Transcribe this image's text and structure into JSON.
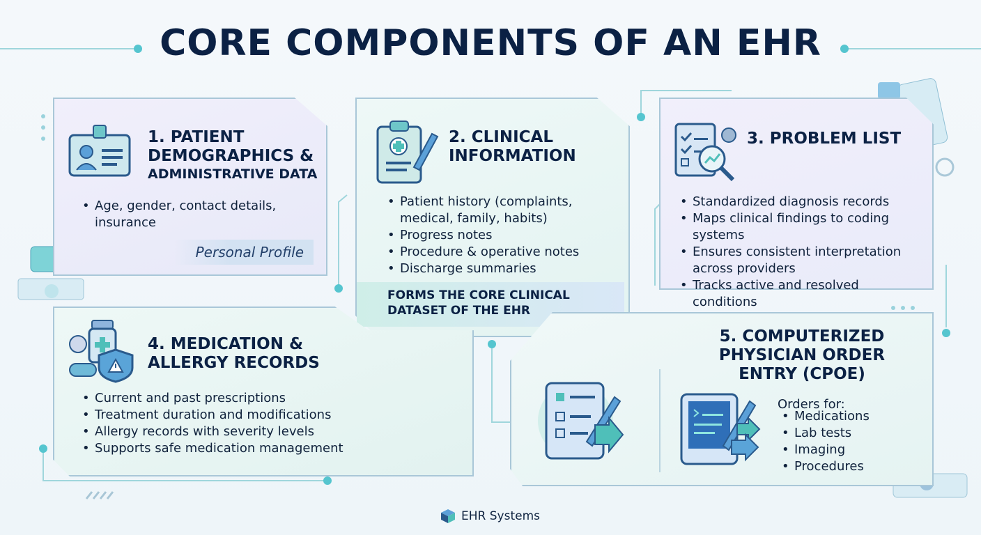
{
  "title": "CORE COMPONENTS OF AN EHR",
  "components": [
    {
      "number_title": "1. PATIENT\nDEMOGRAPHICS &",
      "subtitle": "ADMINISTRATIVE DATA",
      "bullets": [
        "Age, gender, contact details, insurance"
      ],
      "tag": "Personal Profile",
      "icon": "id-badge-icon"
    },
    {
      "number_title": "2. CLINICAL\nINFORMATION",
      "bullets": [
        "Patient history (complaints, medical, family, habits)",
        "Progress notes",
        "Procedure & operative notes",
        "Discharge summaries"
      ],
      "banner": "FORMS THE CORE CLINICAL\nDATASET OF THE EHR",
      "icon": "clipboard-icon"
    },
    {
      "number_title": "3. PROBLEM LIST",
      "bullets": [
        "Standardized diagnosis records",
        "Maps clinical findings to coding systems",
        "Ensures consistent interpretation across providers",
        "Tracks active and resolved conditions"
      ],
      "icon": "checklist-magnifier-icon"
    },
    {
      "number_title": "4. MEDICATION &\nALLERGY RECORDS",
      "bullets": [
        "Current and past prescriptions",
        "Treatment duration and modifications",
        "Allergy records with severity levels",
        "Supports safe medication management"
      ],
      "icon": "medication-shield-icon"
    },
    {
      "number_title": "5. COMPUTERIZED\nPHYSICIAN ORDER\nENTRY (CPOE)",
      "orders_label": "Orders for:",
      "bullets": [
        "Medications",
        "Lab tests",
        "Imaging",
        "Procedures"
      ],
      "icon": "tablet-order-icon"
    }
  ],
  "footer": {
    "brand": "EHR Systems",
    "icon": "cube-logo-icon"
  },
  "colors": {
    "title": "#0b2144",
    "accent": "#4fc3c9",
    "border": "#a9c7d8",
    "icon_blue": "#3f74c8"
  }
}
